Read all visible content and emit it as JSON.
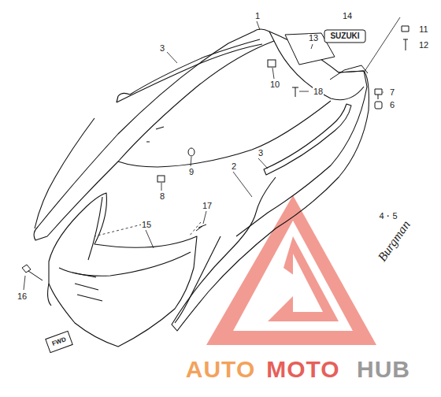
{
  "diagram": {
    "labels": [
      "1",
      "14",
      "11",
      "13",
      "SUZUKI",
      "12",
      "3",
      "10",
      "7",
      "18",
      "6",
      "3",
      "9",
      "2",
      "8",
      "17",
      "4・5",
      "Burgman",
      "15",
      "16",
      "FWD",
      "AUTO",
      "MOTO",
      "HUB"
    ]
  }
}
